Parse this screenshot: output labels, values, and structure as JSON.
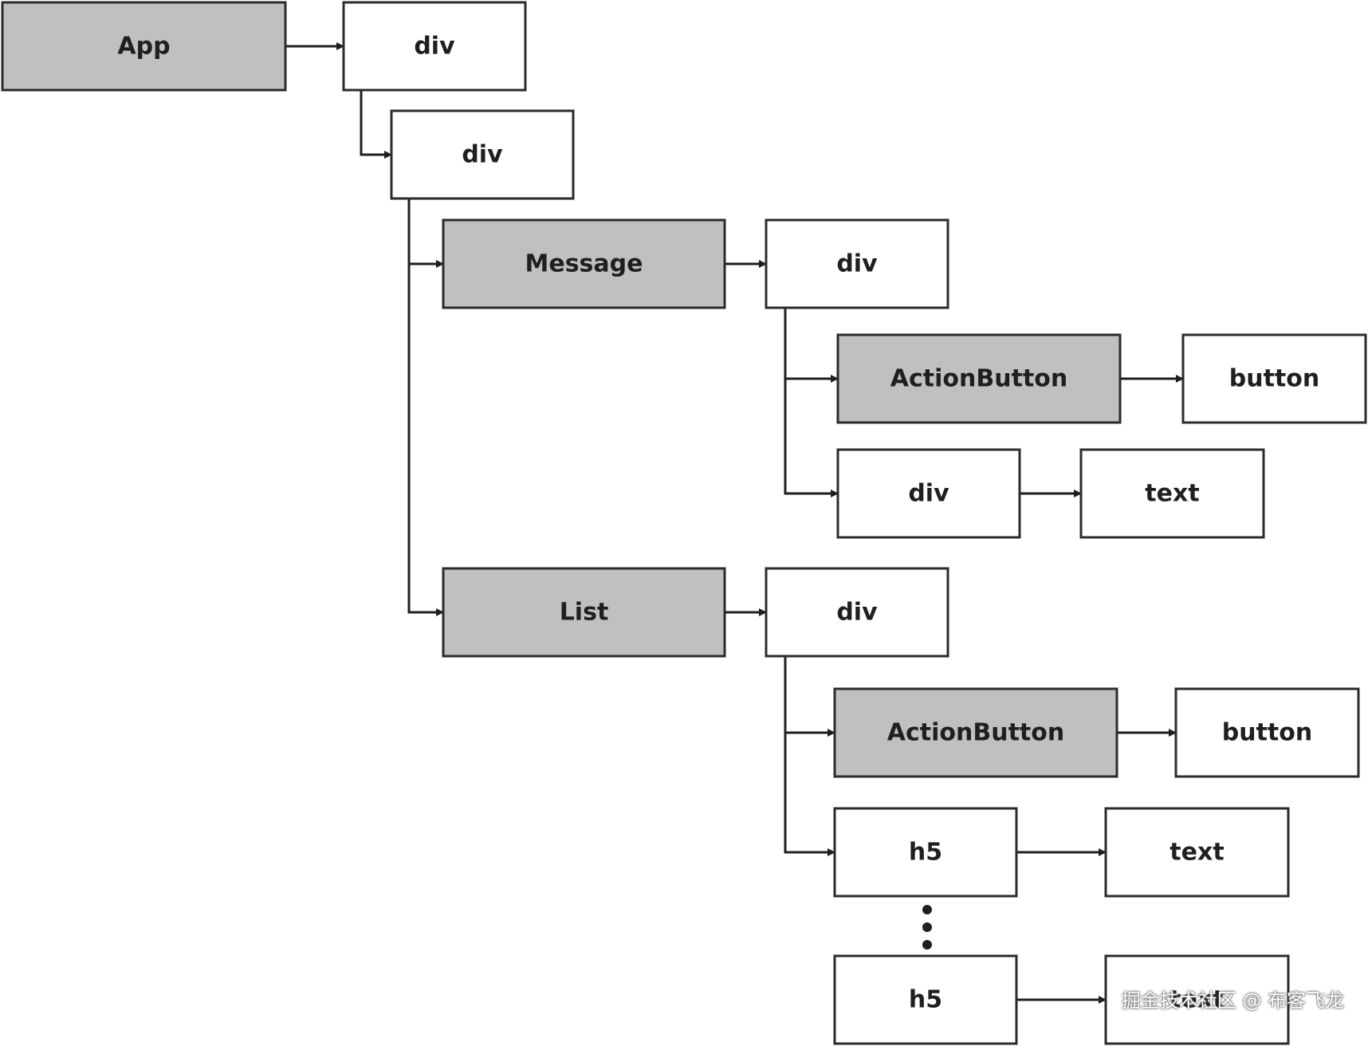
{
  "diagram": {
    "nodes": [
      {
        "id": "app",
        "label": "App",
        "kind": "component"
      },
      {
        "id": "div1",
        "label": "div",
        "kind": "element"
      },
      {
        "id": "div2",
        "label": "div",
        "kind": "element"
      },
      {
        "id": "message",
        "label": "Message",
        "kind": "component"
      },
      {
        "id": "div3",
        "label": "div",
        "kind": "element"
      },
      {
        "id": "ab1",
        "label": "ActionButton",
        "kind": "component"
      },
      {
        "id": "button1",
        "label": "button",
        "kind": "element"
      },
      {
        "id": "div4",
        "label": "div",
        "kind": "element"
      },
      {
        "id": "text1",
        "label": "text",
        "kind": "element"
      },
      {
        "id": "list",
        "label": "List",
        "kind": "component"
      },
      {
        "id": "div5",
        "label": "div",
        "kind": "element"
      },
      {
        "id": "ab2",
        "label": "ActionButton",
        "kind": "component"
      },
      {
        "id": "button2",
        "label": "button",
        "kind": "element"
      },
      {
        "id": "h5a",
        "label": "h5",
        "kind": "element"
      },
      {
        "id": "text2",
        "label": "text",
        "kind": "element"
      },
      {
        "id": "h5b",
        "label": "h5",
        "kind": "element"
      },
      {
        "id": "text3",
        "label": "text",
        "kind": "element"
      }
    ],
    "edges": [
      {
        "from": "app",
        "to": "div1"
      },
      {
        "from": "div1",
        "to": "div2"
      },
      {
        "from": "div2",
        "to": "message"
      },
      {
        "from": "div2",
        "to": "list"
      },
      {
        "from": "message",
        "to": "div3"
      },
      {
        "from": "div3",
        "to": "ab1"
      },
      {
        "from": "div3",
        "to": "div4"
      },
      {
        "from": "ab1",
        "to": "button1"
      },
      {
        "from": "div4",
        "to": "text1"
      },
      {
        "from": "list",
        "to": "div5"
      },
      {
        "from": "div5",
        "to": "ab2"
      },
      {
        "from": "div5",
        "to": "h5a"
      },
      {
        "from": "ab2",
        "to": "button2"
      },
      {
        "from": "h5a",
        "to": "text2"
      },
      {
        "from": "h5b",
        "to": "text3"
      }
    ],
    "colors": {
      "component_fill": "#c0c0c0",
      "element_fill": "#ffffff",
      "stroke": "#2b2b2b"
    }
  },
  "watermark": "掘金技术社区 @ 布客飞龙"
}
